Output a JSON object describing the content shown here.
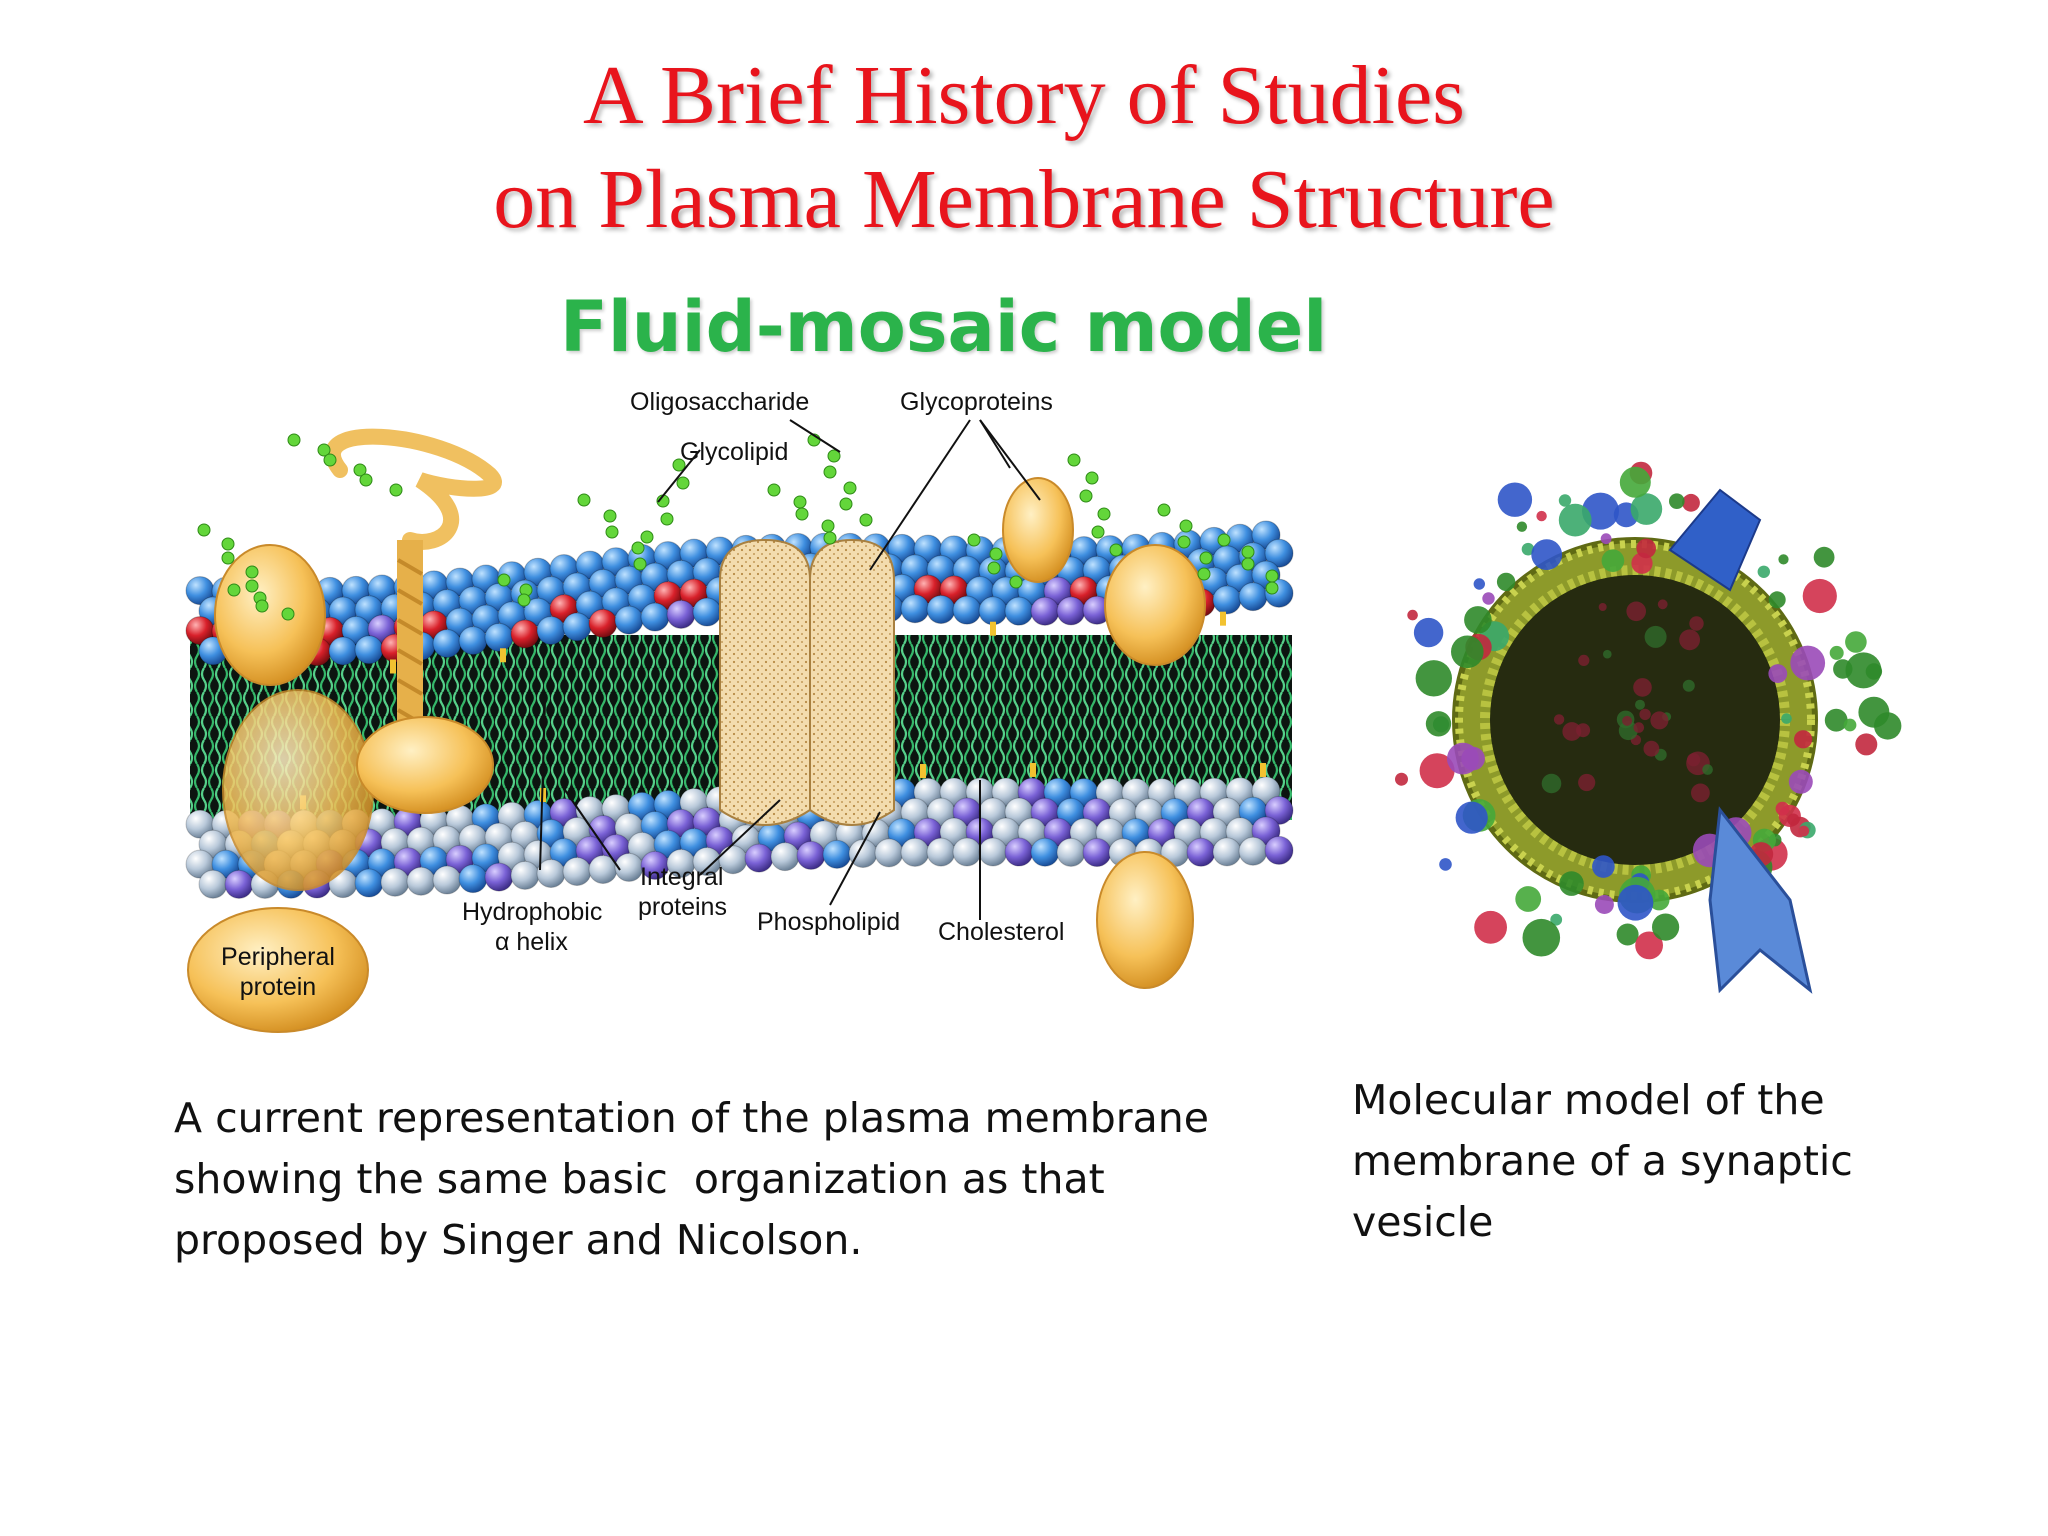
{
  "slide": {
    "title_line1": "A Brief History of Studies",
    "title_line2": "on Plasma Membrane Structure",
    "subtitle": "Fluid-mosaic model"
  },
  "membrane_diagram": {
    "labels": {
      "oligosaccharide": "Oligosaccharide",
      "glycoproteins": "Glycoproteins",
      "glycolipid": "Glycolipid",
      "integral_proteins_1": "Integral",
      "integral_proteins_2": "proteins",
      "hydrophobic_1": "Hydrophobic",
      "hydrophobic_2": "α helix",
      "phospholipid": "Phospholipid",
      "cholesterol": "Cholesterol",
      "peripheral_1": "Peripheral",
      "peripheral_2": "protein"
    }
  },
  "captions": {
    "left": [
      "A current representation of the plasma membrane",
      "showing the same basic  organization as that",
      "proposed by Singer and Nicolson."
    ],
    "right": [
      "Molecular model of the",
      "membrane of a synaptic",
      "vesicle"
    ]
  },
  "colors": {
    "title": "#e8141c",
    "subtitle": "#2bb34b",
    "head_blue": "#3f8fe0",
    "head_red": "#d8202a",
    "head_purple": "#7a62d6",
    "head_grey": "#b9c9da",
    "tail_green": "#35b86a",
    "protein": "#f6c158",
    "sugar": "#63d63a"
  }
}
